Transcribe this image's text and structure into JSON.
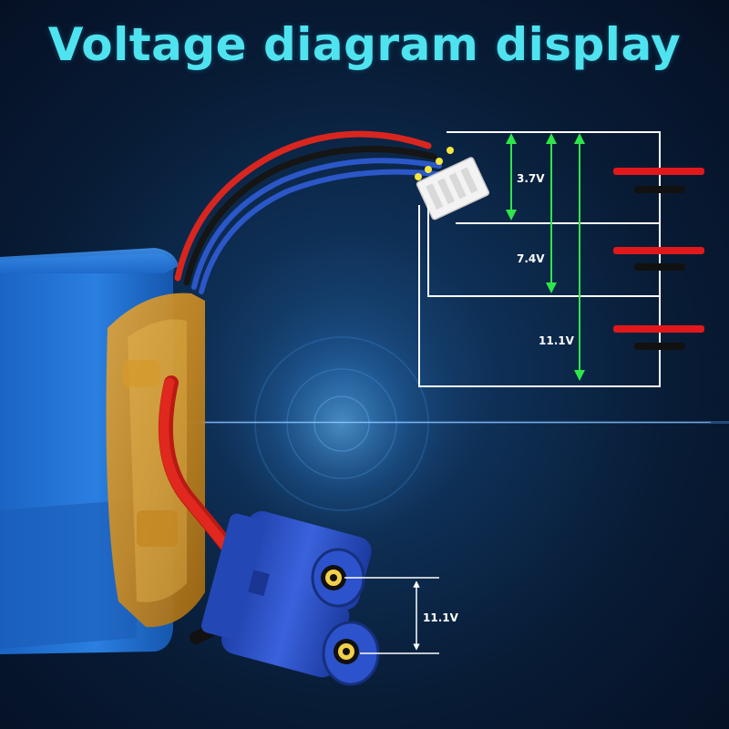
{
  "headline": "Voltage diagram display",
  "balance_diagram": {
    "labels": [
      "3.7V",
      "7.4V",
      "11.1V"
    ]
  },
  "main_output": {
    "label": "11.1V"
  },
  "colors": {
    "headline": "#4fe3ef",
    "battery_body": "#1f6fd0",
    "connector": "#2a4fc4",
    "wire_red": "#d8261f",
    "wire_black": "#151515",
    "wire_blue": "#2b57c8",
    "arrow_green": "#2ee64a",
    "cell_positive": "#e0181c",
    "cell_negative": "#111111",
    "diagram_lines": "#ffffff"
  }
}
